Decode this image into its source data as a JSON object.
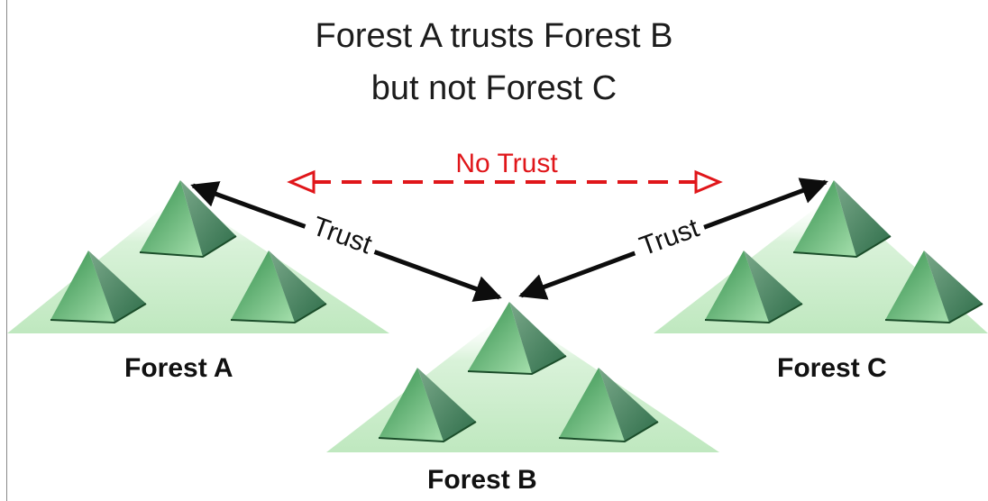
{
  "title": {
    "line1": "Forest A trusts Forest B",
    "line2": "but not Forest C"
  },
  "links": {
    "no_trust_label": "No Trust",
    "trust_left_label": "Trust",
    "trust_right_label": "Trust"
  },
  "forests": {
    "a": "Forest A",
    "b": "Forest B",
    "c": "Forest C"
  },
  "colors": {
    "no_trust": "#e0161a",
    "trust_arrow": "#0d0d0d",
    "pyramid_dark": "#1c6b35",
    "pyramid_light": "#8fd49a",
    "ground": "#c6ecc6"
  }
}
